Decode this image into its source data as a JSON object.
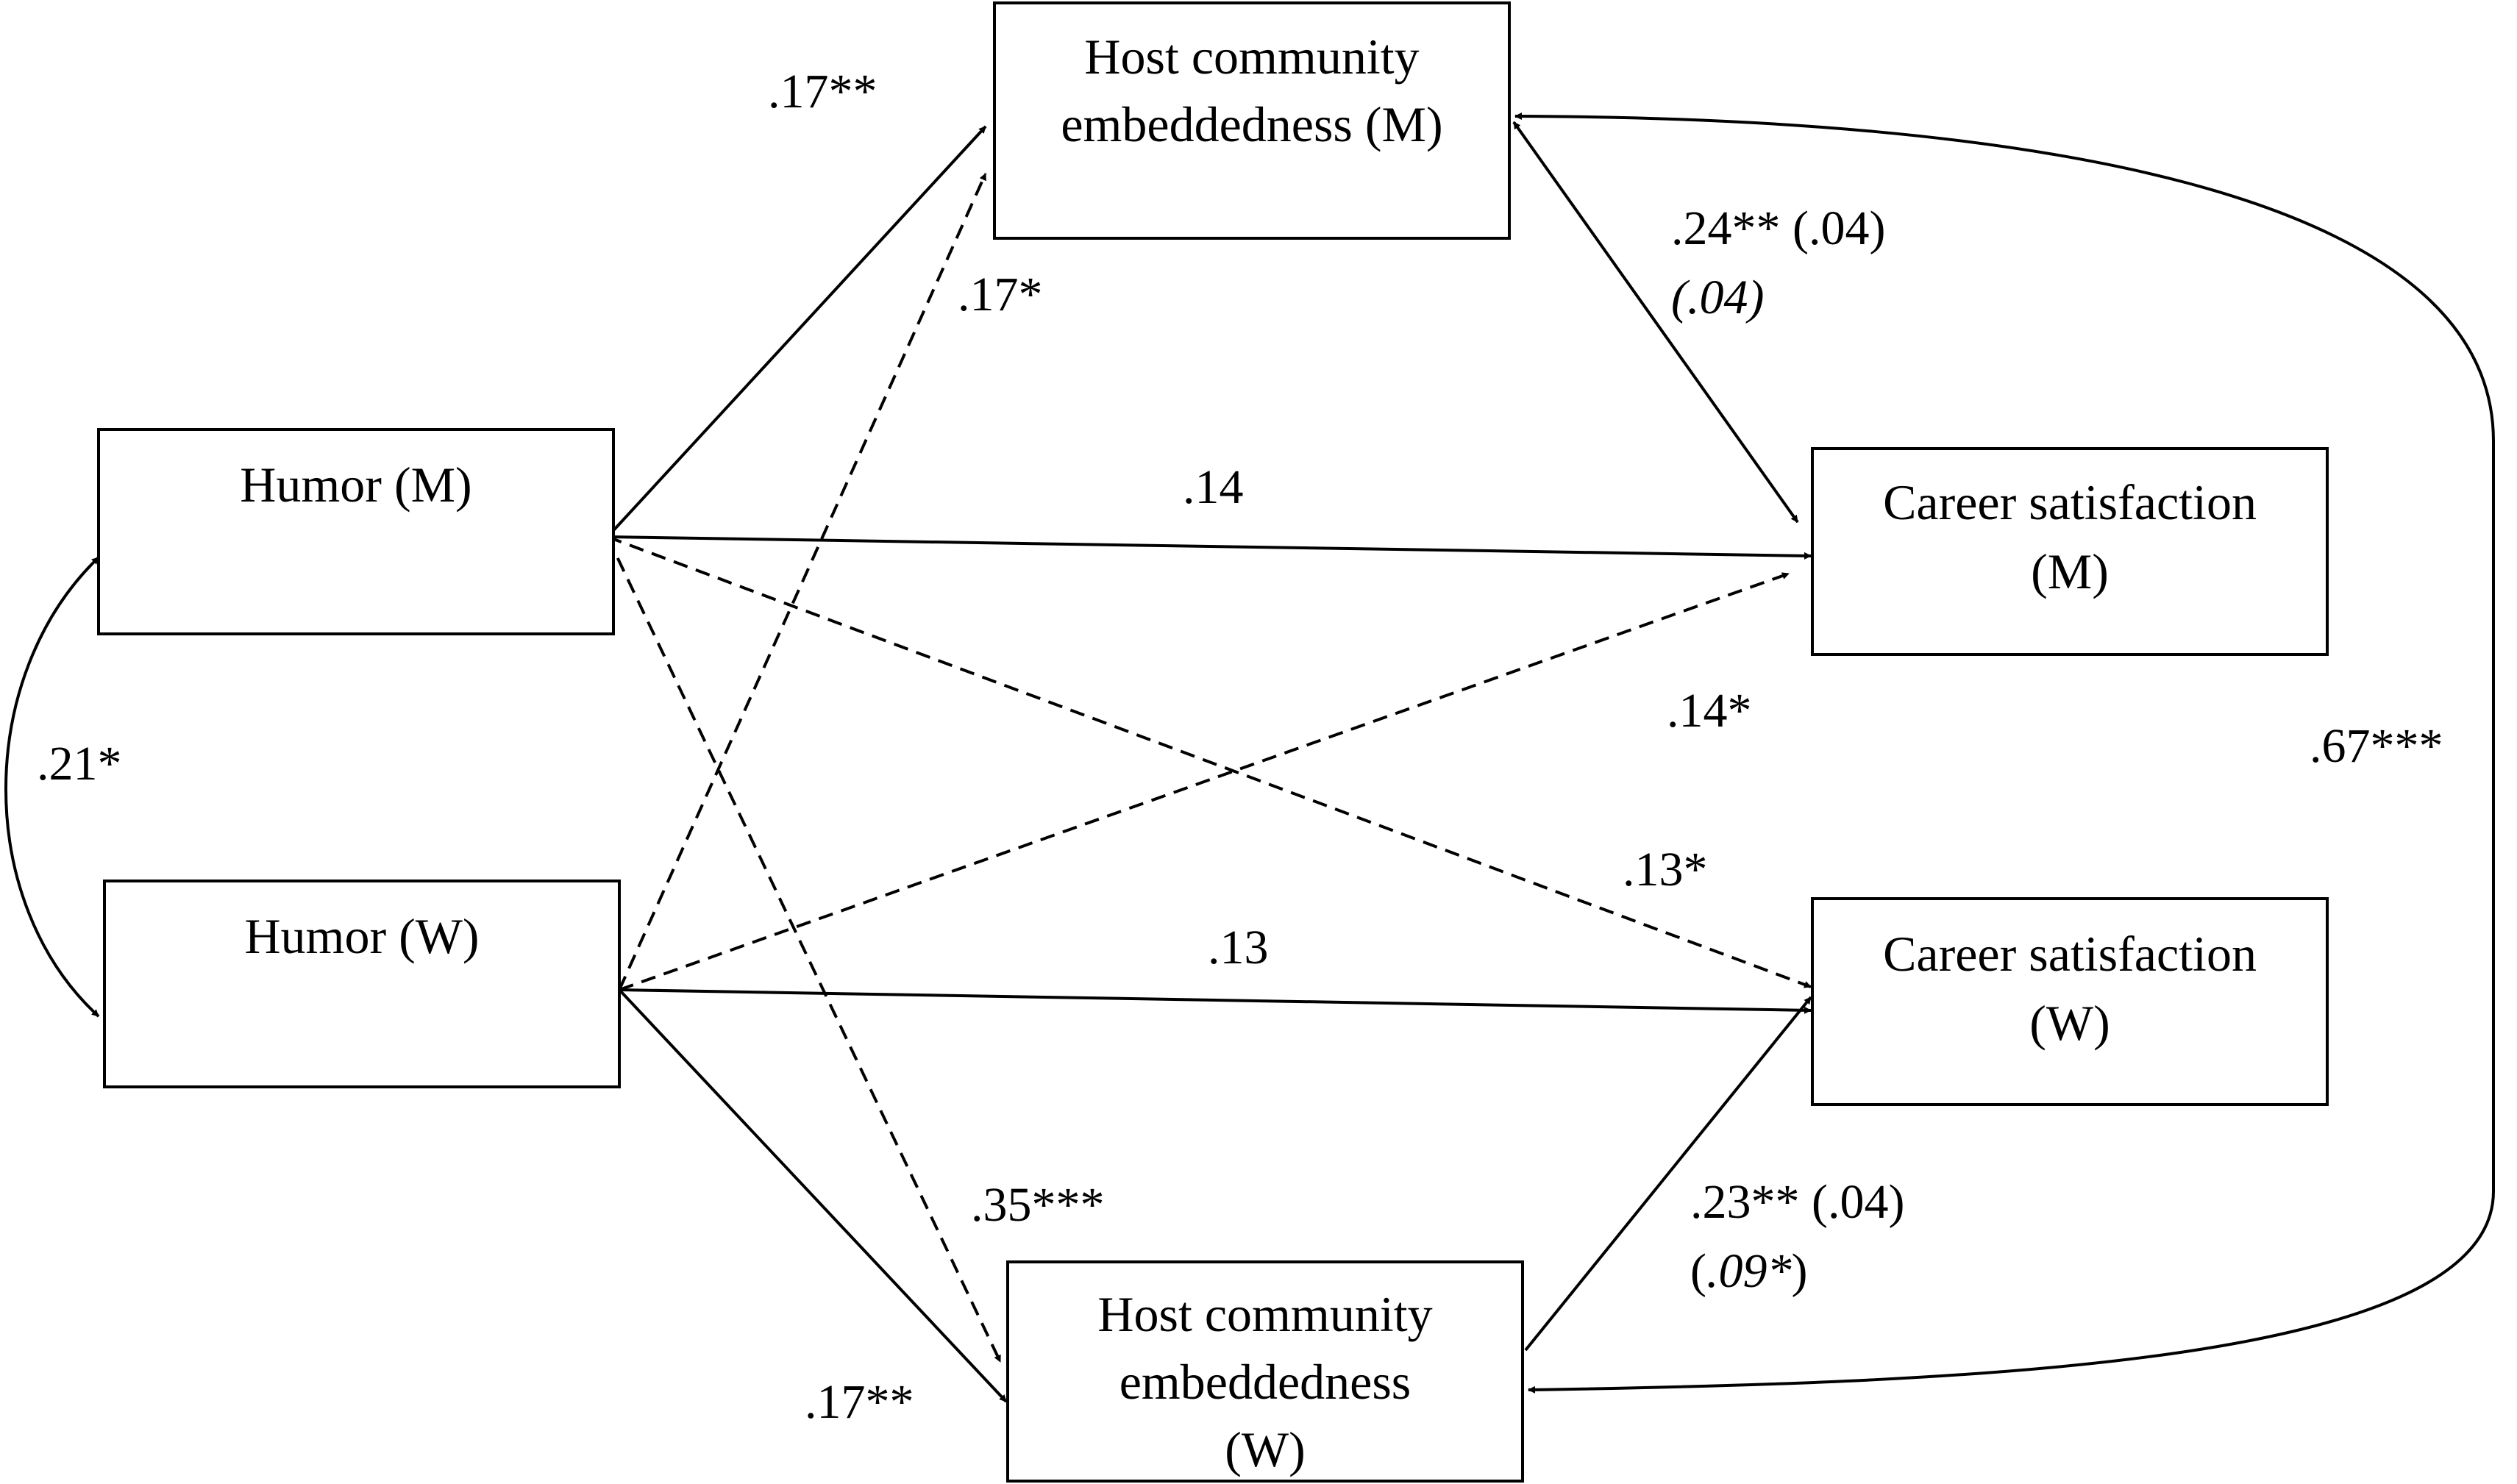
{
  "nodes": {
    "host_m": [
      "Host community",
      "embeddedness (M)"
    ],
    "humor_m": [
      "Humor (M)"
    ],
    "humor_w": [
      "Humor (W)"
    ],
    "career_m": [
      "Career satisfaction",
      "(M)"
    ],
    "career_w": [
      "Career satisfaction",
      "(W)"
    ],
    "host_w": [
      "Host community",
      "embeddedness",
      "(W)"
    ]
  },
  "coefficients": {
    "humor_m_to_host_m": ".17**",
    "humor_w_to_host_m": ".17*",
    "host_m_to_career_m": ".24** (.04)",
    "host_m_to_career_m_italic": "(.04)",
    "humor_m_to_career_m": ".14",
    "humor_w_to_career_m": ".14*",
    "humor_m_to_career_w": ".13*",
    "humor_w_to_career_w": ".13",
    "humor_corr": ".21*",
    "host_corr": ".67***",
    "humor_m_to_host_w": ".35***",
    "host_w_to_career_w": ".23** (.04)",
    "host_w_to_career_w_italic_open": "(",
    "host_w_to_career_w_italic": ".09*",
    "host_w_to_career_w_italic_close": ")",
    "humor_w_to_host_w": ".17**"
  },
  "edges": [
    {
      "from": "Humor (M)",
      "to": "Host community embeddedness (M)",
      "style": "solid"
    },
    {
      "from": "Humor (W)",
      "to": "Host community embeddedness (M)",
      "style": "dashed"
    },
    {
      "from": "Humor (M)",
      "to": "Career satisfaction (M)",
      "style": "solid"
    },
    {
      "from": "Humor (W)",
      "to": "Career satisfaction (M)",
      "style": "dashed"
    },
    {
      "from": "Humor (M)",
      "to": "Career satisfaction (W)",
      "style": "dashed"
    },
    {
      "from": "Humor (W)",
      "to": "Career satisfaction (W)",
      "style": "solid"
    },
    {
      "from": "Humor (M)",
      "to": "Host community embeddedness (W)",
      "style": "dashed"
    },
    {
      "from": "Humor (W)",
      "to": "Host community embeddedness (W)",
      "style": "solid"
    },
    {
      "from": "Host community embeddedness (M)",
      "to": "Career satisfaction (M)",
      "style": "solid"
    },
    {
      "from": "Host community embeddedness (W)",
      "to": "Career satisfaction (W)",
      "style": "solid"
    },
    {
      "from": "Humor (M)",
      "to": "Humor (W)",
      "style": "double-headed curve"
    },
    {
      "from": "Host community embeddedness (M)",
      "to": "Host community embeddedness (W)",
      "style": "double-headed curve"
    }
  ]
}
